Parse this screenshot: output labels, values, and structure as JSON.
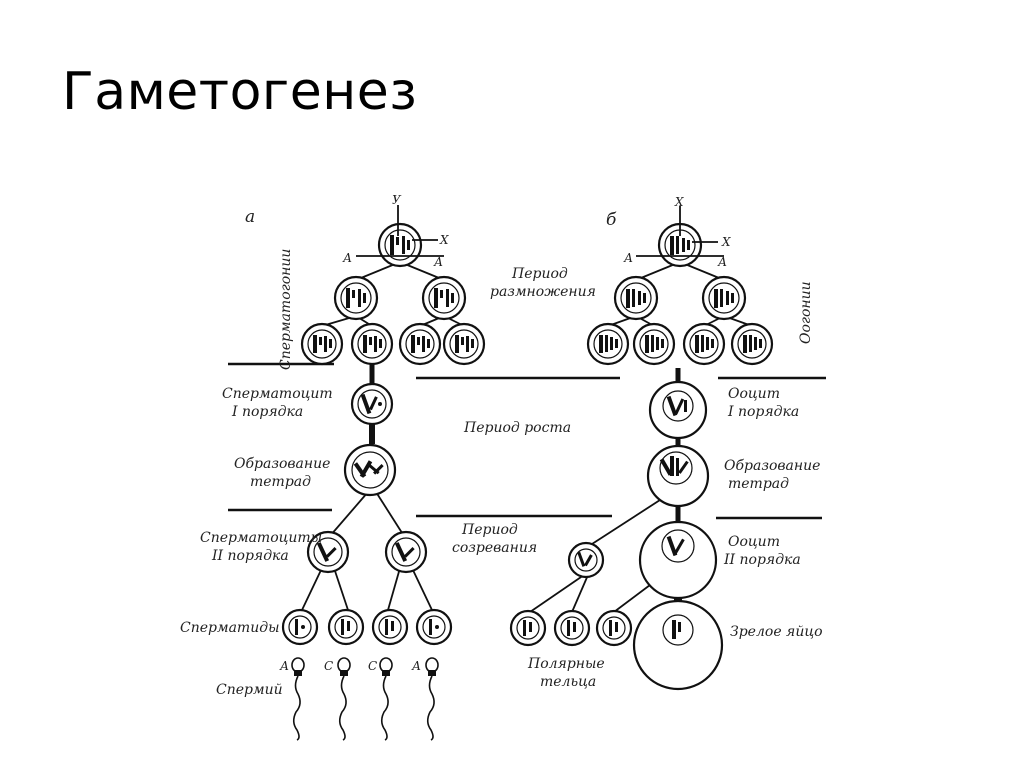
{
  "title": "Гаметогенез",
  "panels": {
    "male": "а",
    "female": "б"
  },
  "periods": {
    "reproduction": [
      "Период",
      "размножения"
    ],
    "growth": "Период роста",
    "maturation": [
      "Период",
      "созревания"
    ]
  },
  "male_labels": {
    "spermatogonia": "Сперматогонии",
    "spermatocyte1": [
      "Сперматоцит",
      "I порядка"
    ],
    "tetrads": [
      "Образование",
      "тетрад"
    ],
    "spermatocyte2": [
      "Сперматоциты",
      "II порядка"
    ],
    "spermatids": "Сперматиды",
    "sperm": "Спермий"
  },
  "female_labels": {
    "oogonia": "Оогонии",
    "oocyte1": [
      "Ооцит",
      "I порядка"
    ],
    "tetrads": [
      "Образование",
      "тетрад"
    ],
    "oocyte2": [
      "Ооцит",
      "II порядка"
    ],
    "egg": "Зрелое яйцо",
    "polar_bodies": [
      "Полярные",
      "тельца"
    ]
  },
  "chromosome_marks": {
    "male_top": "У",
    "male_x": "Х",
    "male_a_left": "А",
    "male_a_right": "А",
    "female_top": "Х",
    "female_x": "Х",
    "female_a_left": "А",
    "female_a_right": "А"
  },
  "sperm_marks": [
    "А",
    "С",
    "С",
    "А"
  ]
}
